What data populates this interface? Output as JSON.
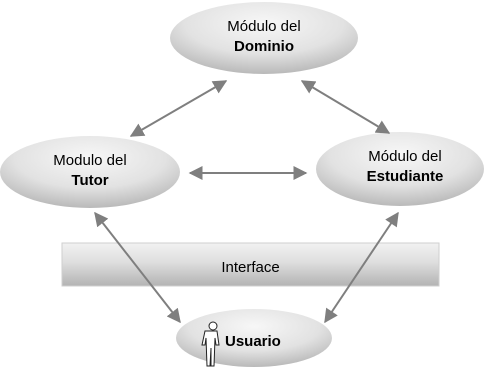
{
  "nodes": {
    "dominio": {
      "line1": "Módulo  del",
      "line2": "Dominio"
    },
    "tutor": {
      "line1": "Modulo del",
      "line2": "Tutor"
    },
    "estudiante": {
      "line1": "Módulo del",
      "line2": "Estudiante"
    },
    "usuario": {
      "label": "Usuario",
      "icon": "person-icon"
    }
  },
  "interface": {
    "label": "Interface"
  },
  "edges": [
    {
      "from": "dominio",
      "to": "tutor",
      "direction": "both"
    },
    {
      "from": "dominio",
      "to": "estudiante",
      "direction": "both"
    },
    {
      "from": "tutor",
      "to": "estudiante",
      "direction": "both"
    },
    {
      "from": "tutor",
      "to": "usuario",
      "direction": "both"
    },
    {
      "from": "estudiante",
      "to": "usuario",
      "direction": "both"
    }
  ],
  "colors": {
    "node_fill_light": "#f4f4f4",
    "node_fill_dark": "#bdbdbd",
    "arrow": "#7f7f7f"
  }
}
